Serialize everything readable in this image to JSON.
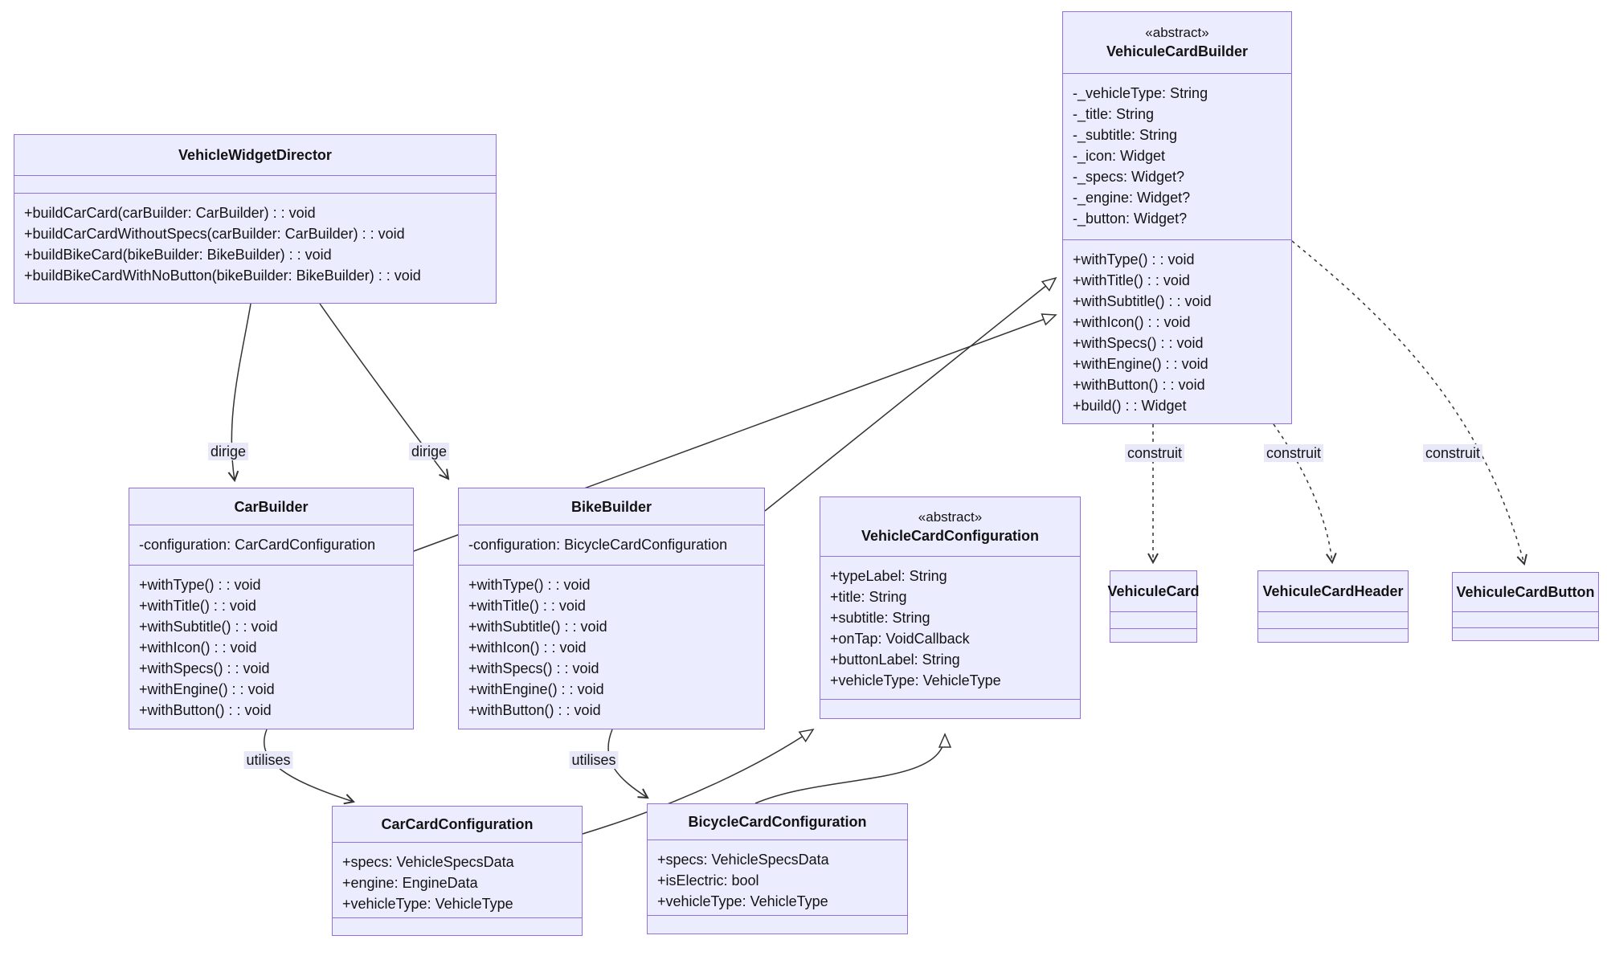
{
  "colors": {
    "box_fill": "#ECECFF",
    "box_border": "#9370DB",
    "edge": "#333333",
    "text": "#131313",
    "label_bg": "#E8E8F8"
  },
  "classes": {
    "director": {
      "name": "VehicleWidgetDirector",
      "attributes": [],
      "methods": [
        "+buildCarCard(carBuilder: CarBuilder) : : void",
        "+buildCarCardWithoutSpecs(carBuilder: CarBuilder) : : void",
        "+buildBikeCard(bikeBuilder: BikeBuilder) : : void",
        "+buildBikeCardWithNoButton(bikeBuilder: BikeBuilder) : : void"
      ]
    },
    "builder": {
      "stereotype": "«abstract»",
      "name": "VehiculeCardBuilder",
      "attributes": [
        "-_vehicleType: String",
        "-_title: String",
        "-_subtitle: String",
        "-_icon: Widget",
        "-_specs: Widget?",
        "-_engine: Widget?",
        "-_button: Widget?"
      ],
      "methods": [
        "+withType() : : void",
        "+withTitle() : : void",
        "+withSubtitle() : : void",
        "+withIcon() : : void",
        "+withSpecs() : : void",
        "+withEngine() : : void",
        "+withButton() : : void",
        "+build() : : Widget"
      ]
    },
    "car_builder": {
      "name": "CarBuilder",
      "attributes": [
        "-configuration: CarCardConfiguration"
      ],
      "methods": [
        "+withType() : : void",
        "+withTitle() : : void",
        "+withSubtitle() : : void",
        "+withIcon() : : void",
        "+withSpecs() : : void",
        "+withEngine() : : void",
        "+withButton() : : void"
      ]
    },
    "bike_builder": {
      "name": "BikeBuilder",
      "attributes": [
        "-configuration: BicycleCardConfiguration"
      ],
      "methods": [
        "+withType() : : void",
        "+withTitle() : : void",
        "+withSubtitle() : : void",
        "+withIcon() : : void",
        "+withSpecs() : : void",
        "+withEngine() : : void",
        "+withButton() : : void"
      ]
    },
    "config": {
      "stereotype": "«abstract»",
      "name": "VehicleCardConfiguration",
      "attributes": [
        "+typeLabel: String",
        "+title: String",
        "+subtitle: String",
        "+onTap: VoidCallback",
        "+buttonLabel: String",
        "+vehicleType: VehicleType"
      ],
      "methods": []
    },
    "card": {
      "name": "VehiculeCard"
    },
    "header": {
      "name": "VehiculeCardHeader"
    },
    "button": {
      "name": "VehiculeCardButton"
    },
    "car_config": {
      "name": "CarCardConfiguration",
      "attributes": [
        "+specs: VehicleSpecsData",
        "+engine: EngineData",
        "+vehicleType: VehicleType"
      ]
    },
    "bike_config": {
      "name": "BicycleCardConfiguration",
      "attributes": [
        "+specs: VehicleSpecsData",
        "+isElectric: bool",
        "+vehicleType: VehicleType"
      ]
    }
  },
  "edges": {
    "labels": {
      "dirige_car": "dirige",
      "dirige_bike": "dirige",
      "construit_card": "construit",
      "construit_header": "construit",
      "construit_button": "construit",
      "utilises_car": "utilises",
      "utilises_bike": "utilises"
    }
  }
}
